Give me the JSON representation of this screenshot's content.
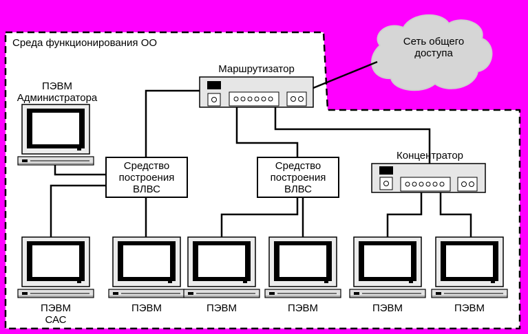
{
  "environment_label": "Среда функционирования ОО",
  "cloud_label": "Сеть общего\nдоступа",
  "router_label": "Маршрутизатор",
  "hub_label": "Концентратор",
  "admin_label": "ПЭВМ\nАдминистратора",
  "lan_tool_label": "Средство\nпостроения\nВЛВС",
  "workstations": [
    {
      "label": "ПЭВМ\nСАС"
    },
    {
      "label": "ПЭВМ"
    },
    {
      "label": "ПЭВМ"
    },
    {
      "label": "ПЭВМ"
    },
    {
      "label": "ПЭВМ"
    },
    {
      "label": "ПЭВМ"
    }
  ],
  "colors": {
    "background": "#ff00ff",
    "environment_fill": "#ffffff",
    "device_fill": "#e6e6e6",
    "cloud_fill": "#d9d9d9",
    "line": "#000000"
  }
}
